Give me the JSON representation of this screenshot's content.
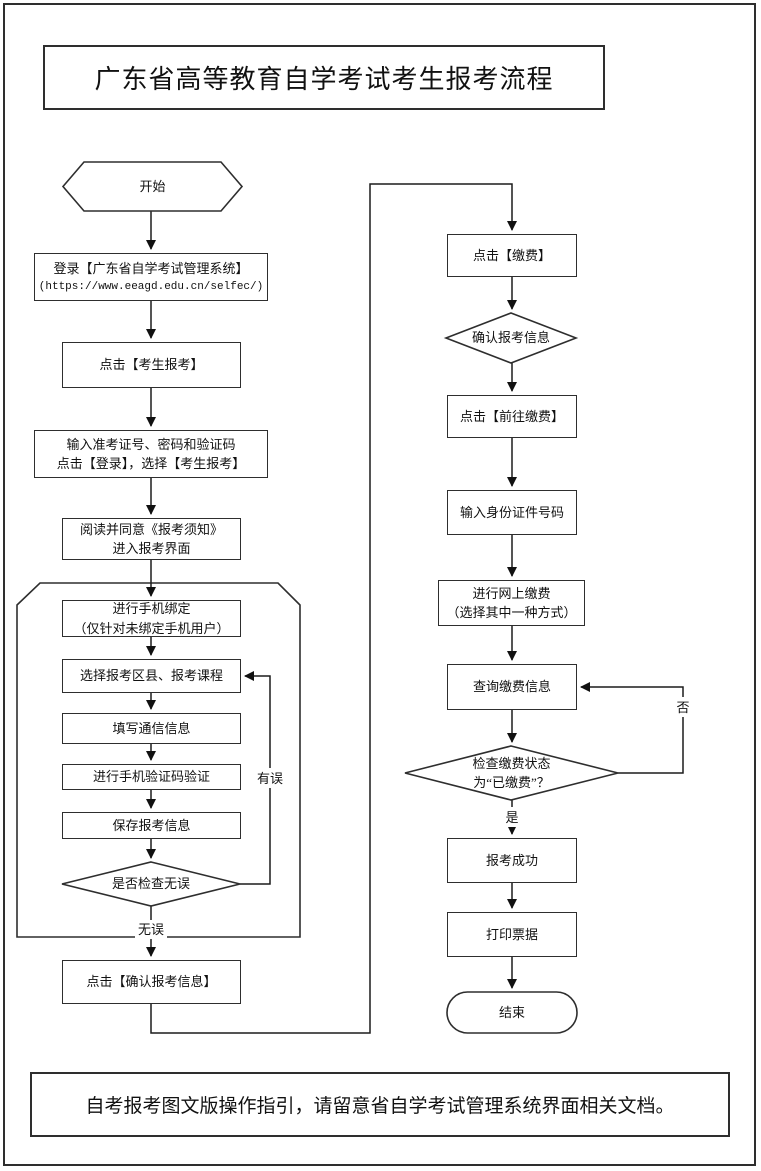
{
  "title": "广东省高等教育自学考试考生报考流程",
  "footer": "自考报考图文版操作指引，请留意省自学考试管理系统界面相关文档。",
  "nodes": {
    "start": "开始",
    "login_system": [
      "登录【广东省自学考试管理系统】",
      "(https://www.eeagd.edu.cn/selfec/)"
    ],
    "click_candidate_register": "点击【考生报考】",
    "enter_credentials": [
      "输入准考证号、密码和验证码",
      "点击【登录】，选择【考生报考】"
    ],
    "read_notice": [
      "阅读并同意《报考须知》",
      "进入报考界面"
    ],
    "bind_phone": [
      "进行手机绑定",
      "（仅针对未绑定手机用户）"
    ],
    "select_district_courses": "选择报考区县、报考课程",
    "fill_contact_info": "填写通信信息",
    "phone_code_verify": "进行手机验证码验证",
    "save_register_info": "保存报考信息",
    "check_correct": "是否检查无误",
    "click_confirm_info": "点击【确认报考信息】",
    "click_pay": "点击【缴费】",
    "confirm_register_info": "确认报考信息",
    "click_goto_pay": "点击【前往缴费】",
    "enter_id_number": "输入身份证件号码",
    "online_payment": [
      "进行网上缴费",
      "（选择其中一种方式）"
    ],
    "query_payment_info": "查询缴费信息",
    "check_payment_status": [
      "检查缴费状态",
      "为“已缴费”？"
    ],
    "register_success": "报考成功",
    "print_receipt": "打印票据",
    "end": "结束"
  },
  "labels": {
    "error": "有误",
    "no_error": "无误",
    "yes": "是",
    "no": "否"
  },
  "colors": {
    "line": "#2e2e2e",
    "text": "#111111",
    "background": "#ffffff"
  }
}
